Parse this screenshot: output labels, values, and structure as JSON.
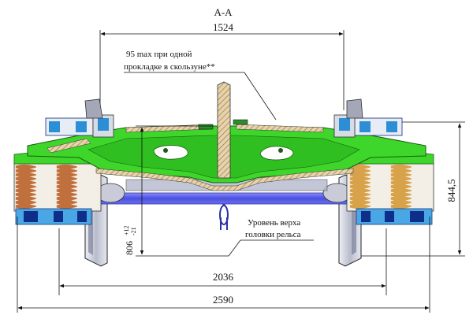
{
  "section_title": "А-А",
  "dimensions": {
    "top_width": "1524",
    "mid_width": "2036",
    "overall_width": "2590",
    "overall_height": "844,5",
    "rail_height_base": "806",
    "rail_height_tol_upper": "+12",
    "rail_height_tol_lower": "-21"
  },
  "notes": {
    "slide_gap_line1": "95 max при одной",
    "slide_gap_line2": "прокладке в скользуне**",
    "rail_level_line1": "Уровень верха",
    "rail_level_line2": "головки рельса"
  },
  "colors": {
    "frame_green": "#3ed62a",
    "frame_dark_green": "#2a9c1c",
    "axle_blue": "#5a5ff0",
    "spring_copper": "#c0703c",
    "spring_gold": "#d8a24a",
    "spring_white": "#f4efe6",
    "wheel_gray": "#cfd3e0",
    "bearing_blue": "#2c8fd6",
    "hatch_tan": "#e3cfa6"
  }
}
